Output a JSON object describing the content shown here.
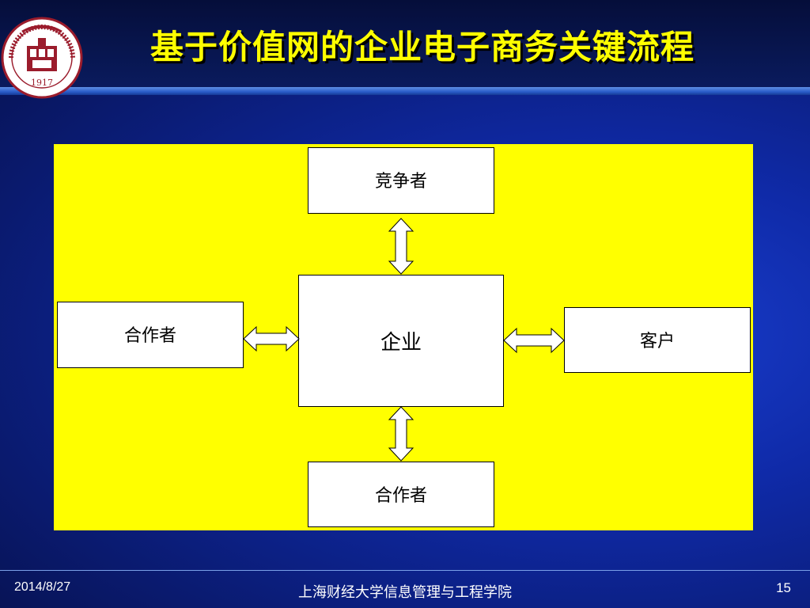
{
  "slide": {
    "title": "基于价值网的企业电子商务关键流程",
    "logo_text": "上海财經大學 1917",
    "accent_color": "#ffff00"
  },
  "diagram": {
    "background_color": "#ffff00",
    "nodes": {
      "top": "竞争者",
      "center": "企业",
      "left": "合作者",
      "right": "客户",
      "bottom": "合作者"
    }
  },
  "footer": {
    "date": "2014/8/27",
    "institution": "上海财经大学信息管理与工程学院",
    "page_number": "15"
  }
}
